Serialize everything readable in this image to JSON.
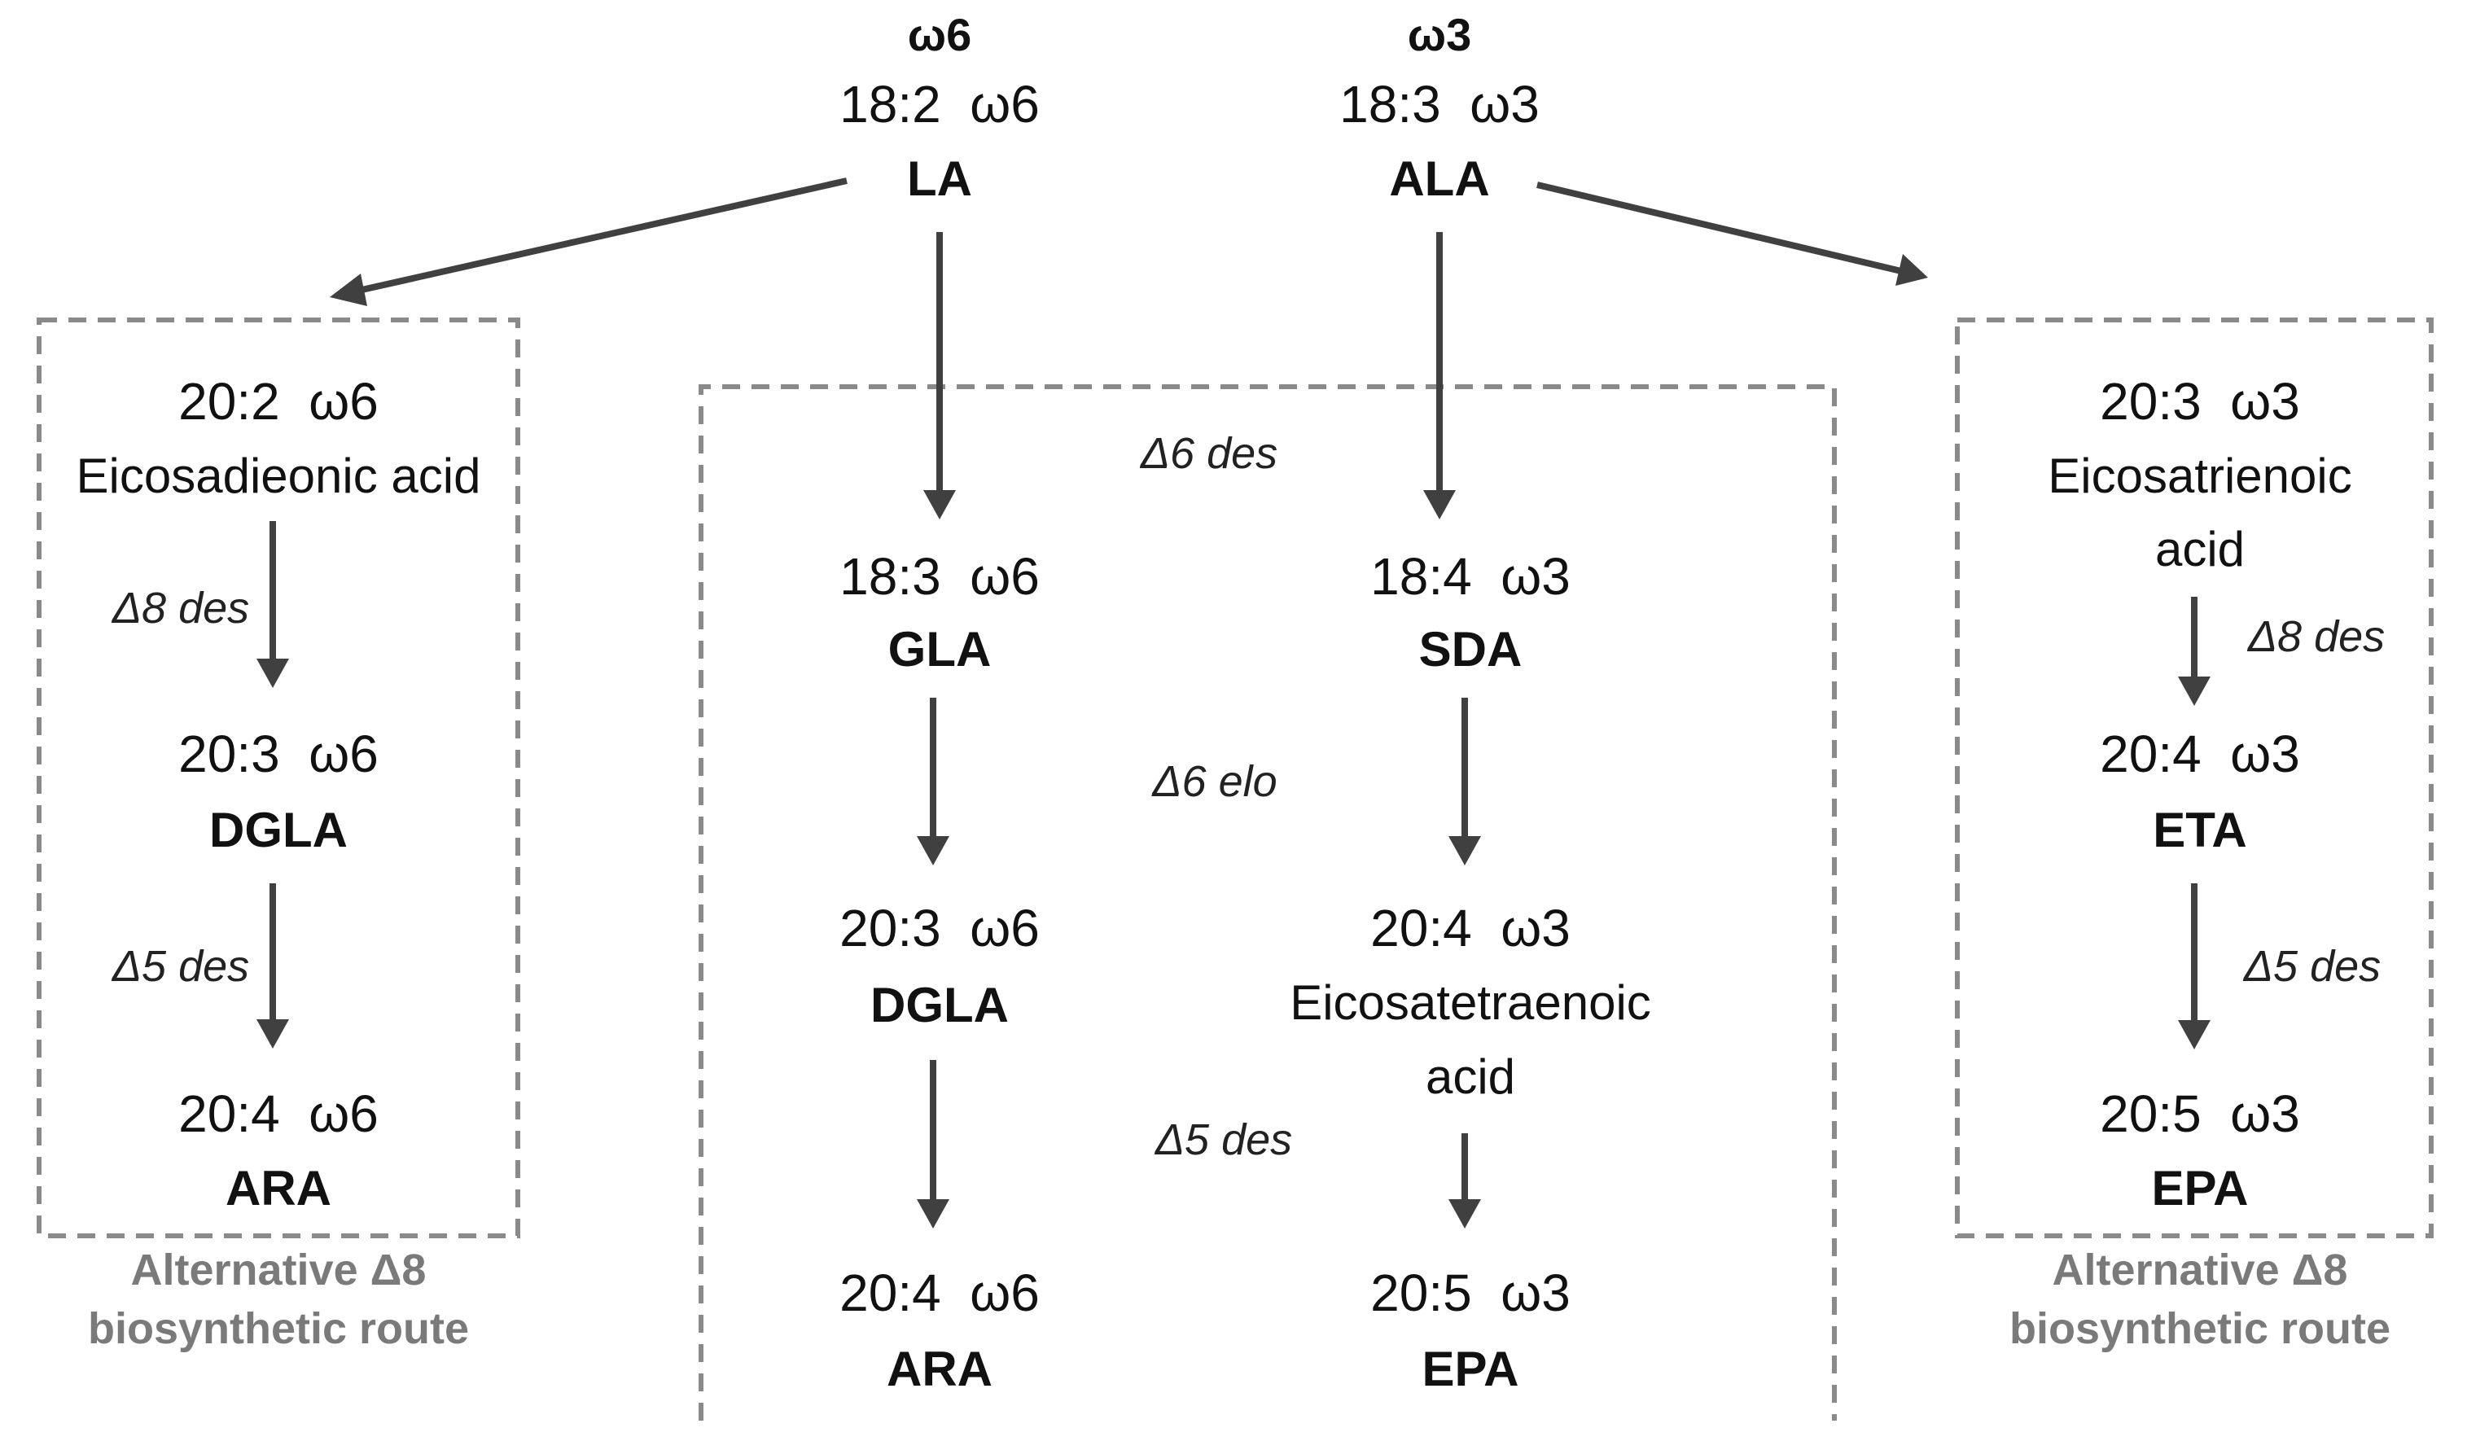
{
  "family": {
    "omega6_label": "ω6",
    "omega3_label": "ω3"
  },
  "precursors": {
    "la": {
      "formula": "18:2  ω6",
      "abbr": "LA"
    },
    "ala": {
      "formula": "18:3  ω3",
      "abbr": "ALA"
    }
  },
  "left_route": {
    "node1": {
      "formula": "20:2  ω6",
      "name": "Eicosadieonic acid"
    },
    "enzyme1": "Δ8 des",
    "node2": {
      "formula": "20:3  ω6",
      "abbr": "DGLA"
    },
    "enzyme2": "Δ5 des",
    "node3": {
      "formula": "20:4  ω6",
      "abbr": "ARA"
    },
    "caption": [
      "Alternative Δ8",
      "biosynthetic route"
    ]
  },
  "center_route": {
    "enzyme_d6des": "Δ6 des",
    "gla": {
      "formula": "18:3  ω6",
      "abbr": "GLA"
    },
    "sda": {
      "formula": "18:4  ω3",
      "abbr": "SDA"
    },
    "enzyme_d6elo": "Δ6 elo",
    "dgla": {
      "formula": "20:3  ω6",
      "abbr": "DGLA"
    },
    "eta": {
      "formula": "20:4  ω3",
      "name": [
        "Eicosatetraenoic",
        "acid"
      ]
    },
    "enzyme_d5des": "Δ5 des",
    "ara": {
      "formula": "20:4  ω6",
      "abbr": "ARA"
    },
    "epa": {
      "formula": "20:5  ω3",
      "abbr": "EPA"
    }
  },
  "right_route": {
    "node1": {
      "formula": "20:3  ω3",
      "name": [
        "Eicosatrienoic",
        "acid"
      ]
    },
    "enzyme1": "Δ8 des",
    "node2": {
      "formula": "20:4  ω3",
      "abbr": "ETA"
    },
    "enzyme2": "Δ5 des",
    "node3": {
      "formula": "20:5  ω3",
      "abbr": "EPA"
    },
    "caption": [
      "Alternative Δ8",
      "biosynthetic route"
    ]
  },
  "colors": {
    "arrow": "#404040",
    "box": "#8a8a8a",
    "caption": "#7a7a7a",
    "text": "#111111"
  }
}
